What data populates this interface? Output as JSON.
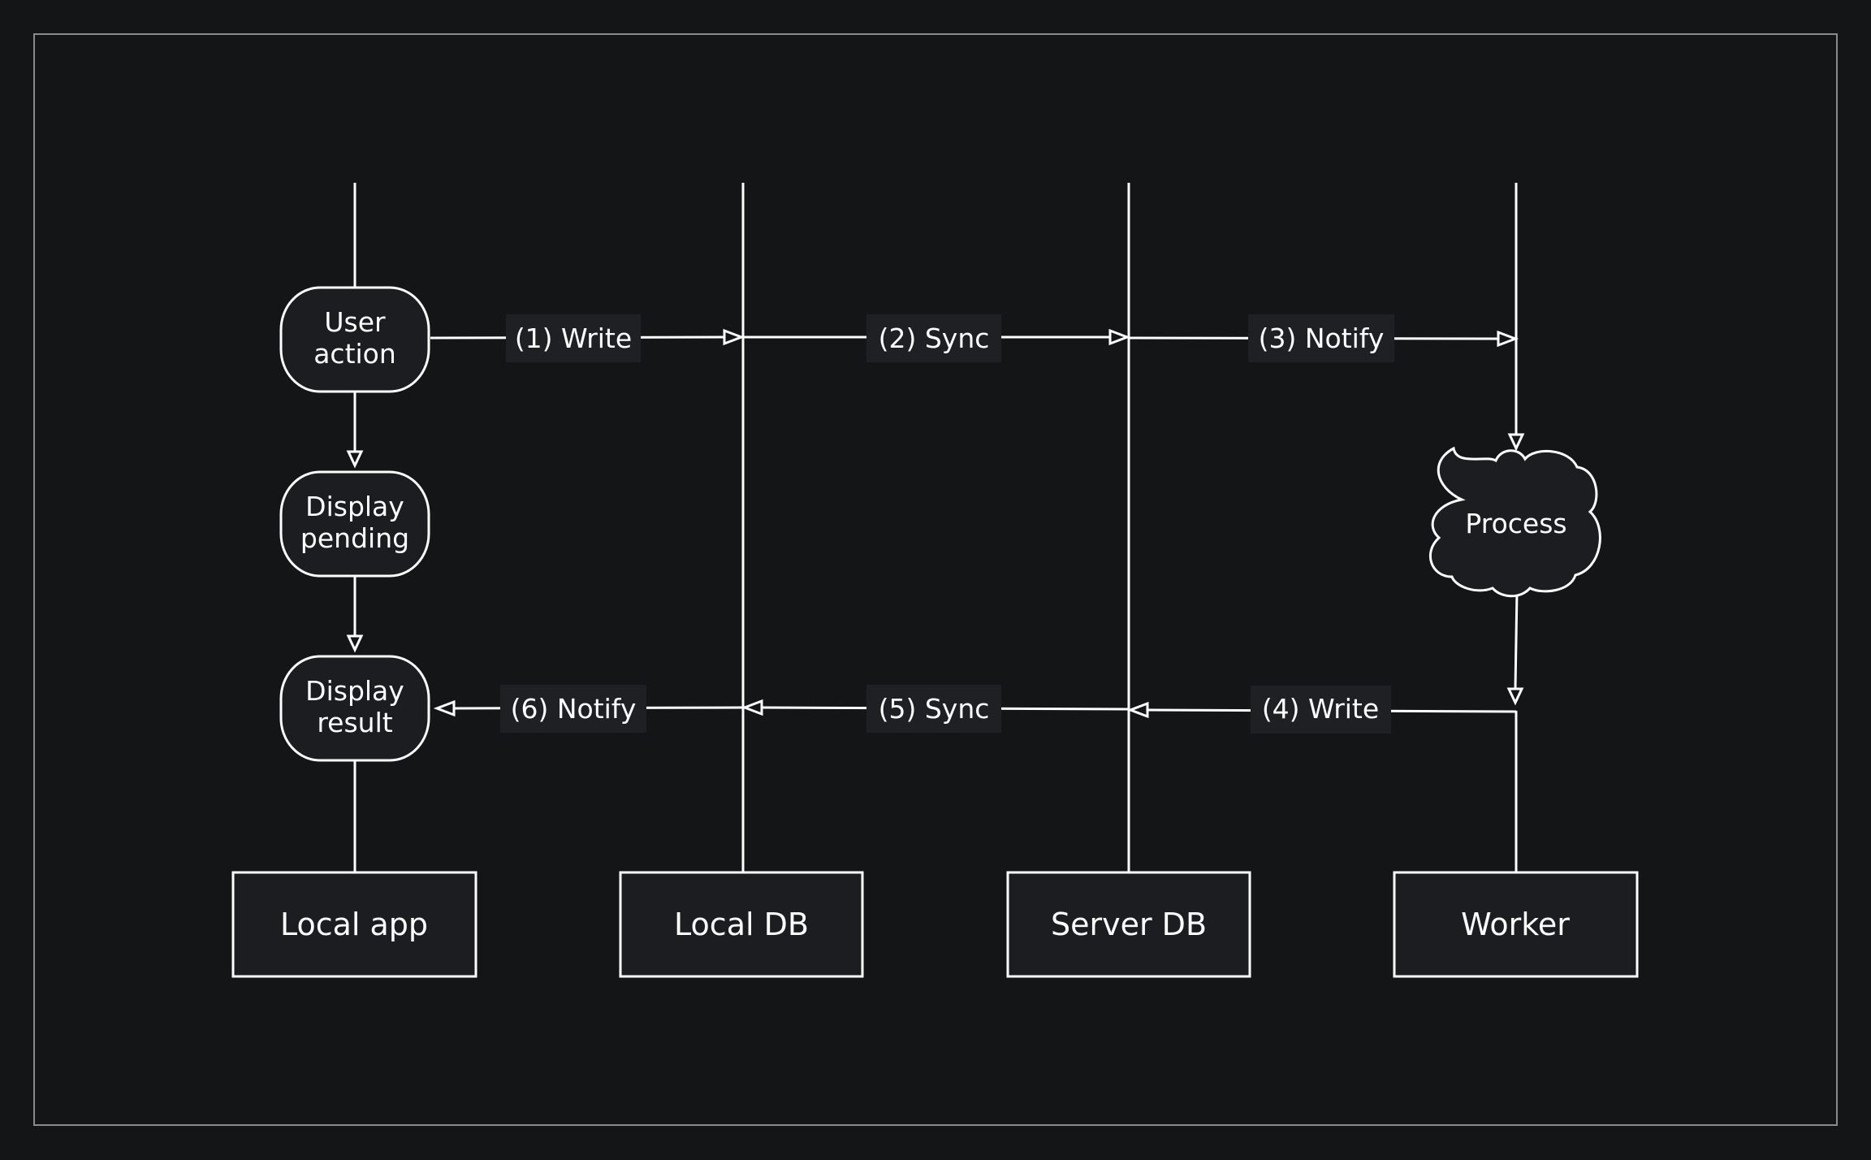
{
  "colors": {
    "background": "#141517",
    "frame": "#8a8a8a",
    "stroke": "#ffffff",
    "node_fill": "#1c1d20",
    "label_bg": "#1f2024",
    "text": "#ffffff"
  },
  "lanes": [
    {
      "id": "local-app",
      "label": "Local app"
    },
    {
      "id": "local-db",
      "label": "Local DB"
    },
    {
      "id": "server-db",
      "label": "Server DB"
    },
    {
      "id": "worker",
      "label": "Worker"
    }
  ],
  "nodes": {
    "user_action": [
      "User",
      "action"
    ],
    "display_pending": [
      "Display",
      "pending"
    ],
    "display_result": [
      "Display",
      "result"
    ],
    "process": "Process"
  },
  "messages": [
    {
      "step": 1,
      "label": "(1) Write",
      "from": "local-app",
      "to": "local-db"
    },
    {
      "step": 2,
      "label": "(2) Sync",
      "from": "local-db",
      "to": "server-db"
    },
    {
      "step": 3,
      "label": "(3) Notify",
      "from": "server-db",
      "to": "worker"
    },
    {
      "step": 4,
      "label": "(4) Write",
      "from": "worker",
      "to": "server-db"
    },
    {
      "step": 5,
      "label": "(5) Sync",
      "from": "server-db",
      "to": "local-db"
    },
    {
      "step": 6,
      "label": "(6) Notify",
      "from": "local-db",
      "to": "local-app"
    }
  ]
}
